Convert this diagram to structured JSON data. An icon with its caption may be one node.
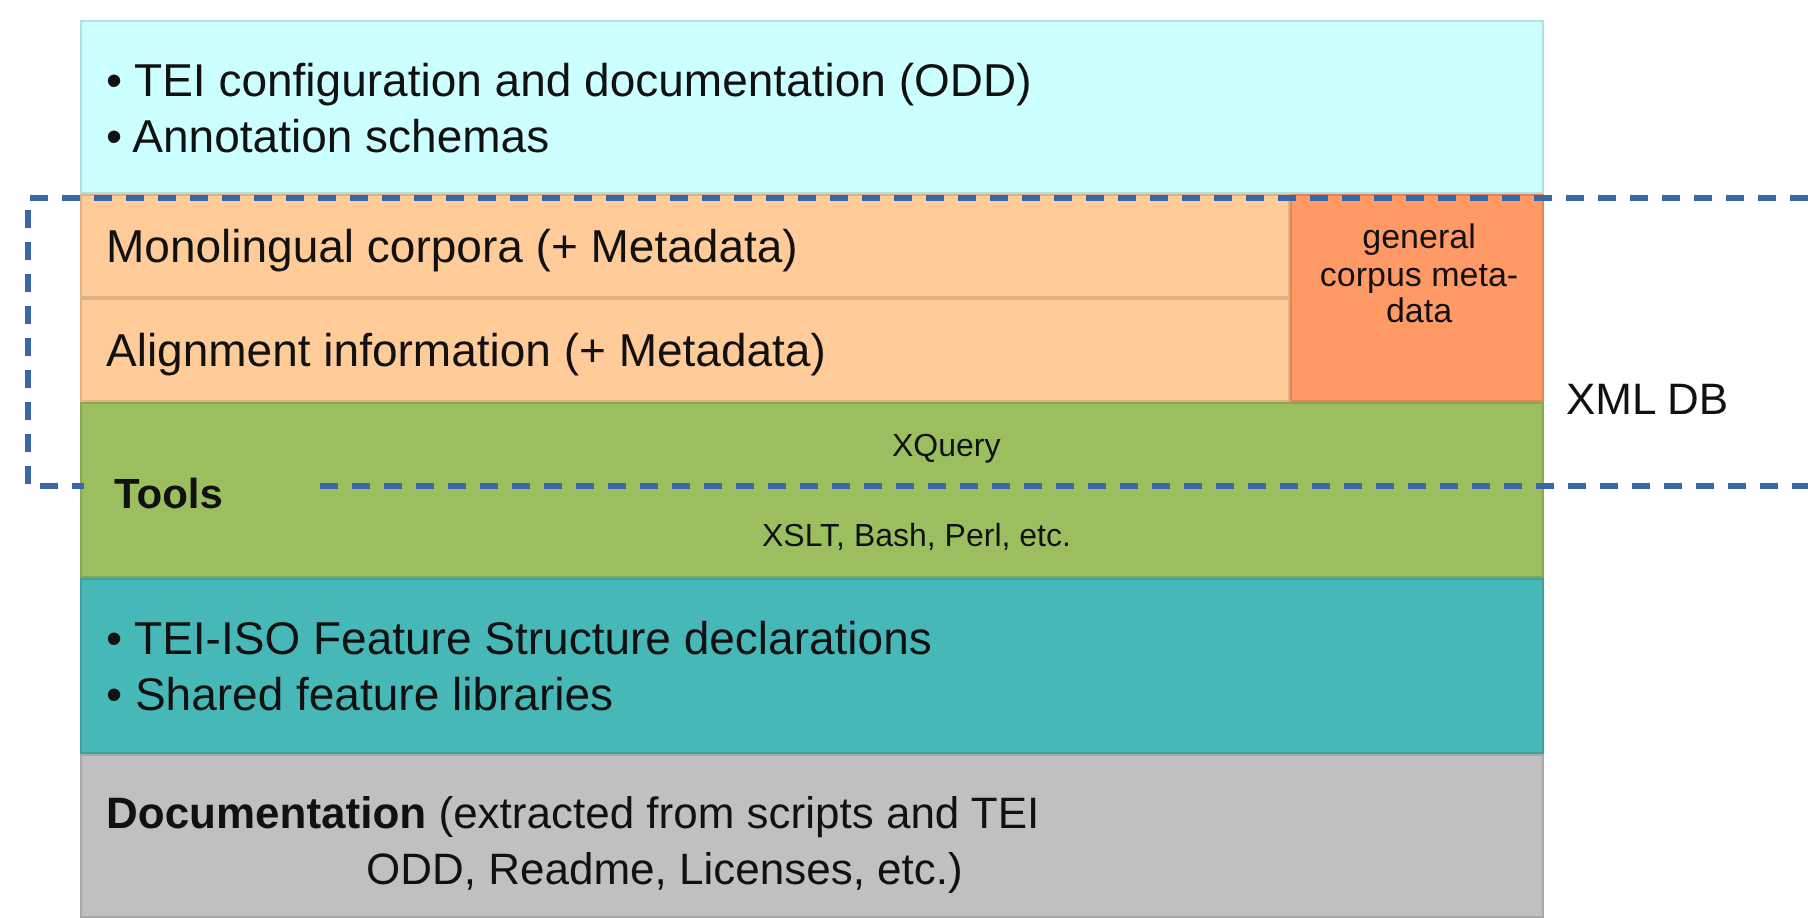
{
  "diagram": {
    "nodes": [
      {
        "text": [
          "• TEI configuration and documentation (ODD)",
          "• Annotation schemas"
        ]
      },
      {
        "text": [
          "XML DB"
        ]
      },
      {
        "text": [
          "Monolingual corpora (+ Metadata)"
        ],
        "in": 1
      },
      {
        "text": [
          "Alignment information (+ Metadata)"
        ],
        "in": 1
      },
      {
        "text": [
          "general corpus meta-data"
        ],
        "in": 1
      },
      {
        "text": [
          "Tools",
          "XQuery",
          "XSLT, Bash, Perl, etc."
        ]
      },
      {
        "text": [
          "• TEI-ISO Feature Structure declarations",
          "• Shared feature libraries"
        ]
      },
      {
        "text": [
          "**Documentation** (extracted from scripts and TEI ODD, Readme, Licenses,  etc.)"
        ]
      }
    ]
  }
}
